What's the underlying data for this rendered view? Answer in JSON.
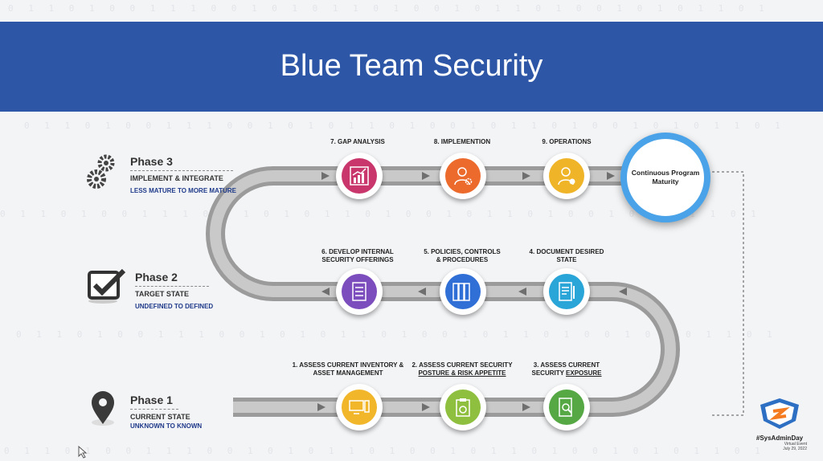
{
  "title": "Blue Team Security",
  "phases": [
    {
      "title": "Phase 3",
      "subtitle": "IMPLEMENT & INTEGRATE",
      "desc": "LESS MATURE TO MORE MATURE",
      "icon": "gears-icon"
    },
    {
      "title": "Phase 2",
      "subtitle": "TARGET STATE",
      "desc": "UNDEFINED TO DEFINED",
      "icon": "checkbox-icon"
    },
    {
      "title": "Phase 1",
      "subtitle": "CURRENT STATE",
      "desc": "UNKNOWN TO KNOWN",
      "icon": "map-pin-icon"
    }
  ],
  "steps": {
    "s7": {
      "label": "7.   GAP ANALYSIS",
      "icon": "chart-icon",
      "color": "#c9366b"
    },
    "s8": {
      "label": "8.   IMPLEMENTION",
      "icon": "user-gear-icon",
      "color": "#ec6a2c"
    },
    "s9": {
      "label": "9.   OPERATIONS",
      "icon": "user-check-icon",
      "color": "#f0b429"
    },
    "s6": {
      "label": "6.  DEVELOP INTERNAL\nSECURITY OFFERINGS",
      "icon": "checklist-icon",
      "color": "#7c4dbc"
    },
    "s5": {
      "label": "5.  POLICIES, CONTROLS\n& PROCEDURES",
      "icon": "books-icon",
      "color": "#2f6fd6"
    },
    "s4": {
      "label": "4.  DOCUMENT DESIRED\nSTATE",
      "icon": "document-pen-icon",
      "color": "#2aa5d8"
    },
    "s1": {
      "label": "1.   ASSESS CURRENT INVENTORY &\nASSET MANAGEMENT",
      "icon": "computer-icon",
      "color": "#f2b62b"
    },
    "s2": {
      "label1": "2.   ASSESS CURRENT SECURITY",
      "label2": "POSTURE & RISK APPETITE",
      "icon": "clipboard-icon",
      "color": "#8fbf3f"
    },
    "s3": {
      "label1": "3.   ASSESS CURRENT",
      "label2a": "SECURITY ",
      "label2b": "EXPOSURE",
      "icon": "magnify-doc-icon",
      "color": "#55a844"
    }
  },
  "final": {
    "label": "Continuous Program Maturity",
    "color": "#4aa3e8"
  },
  "logo": {
    "name": "#SysAdminDay",
    "line1": "Virtual Event",
    "line2": "July 29, 2022"
  },
  "binary_text": "0 1 1 0 1 0 0 1 1 1 0 0 1 0 1 0 1 1 0 1 0 0 1 0 1 1 0 1 0 0 1 0 1 0 1 1 0 1"
}
